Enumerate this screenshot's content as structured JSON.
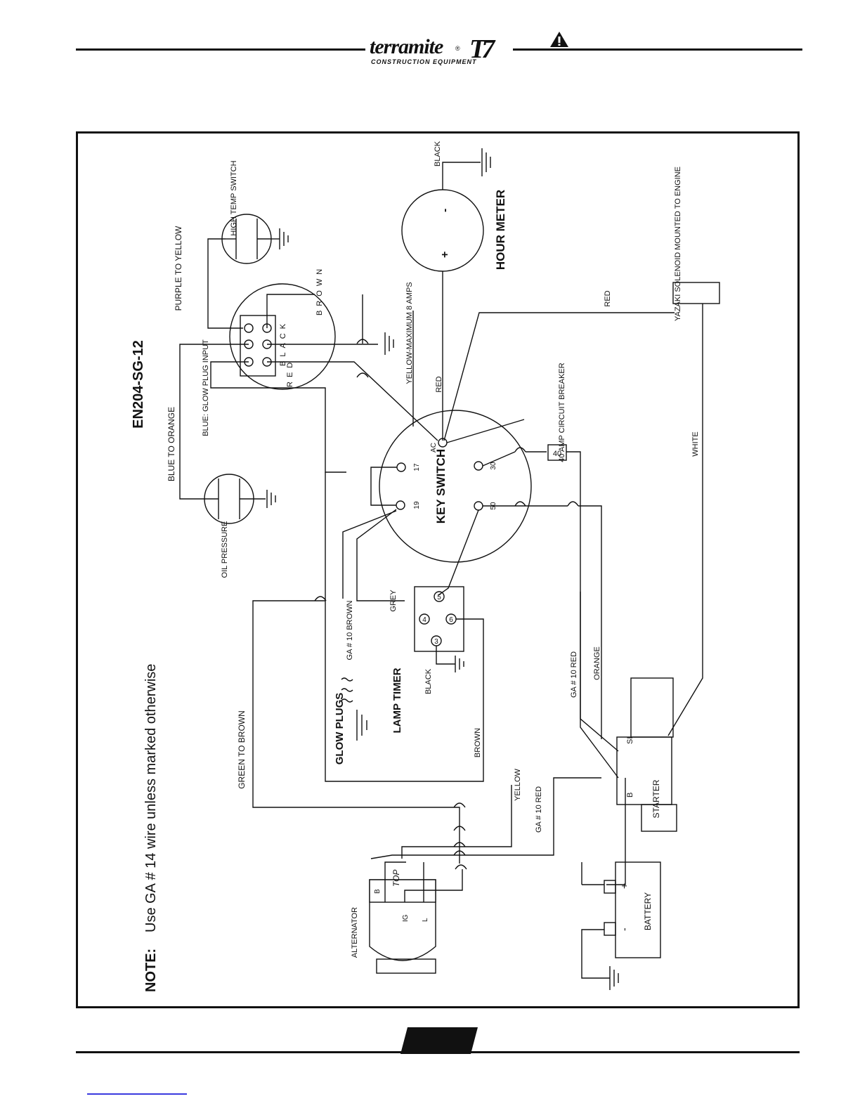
{
  "header": {
    "brand": "terramite",
    "brand_mark": "T7",
    "registered": "®",
    "subtitle": "CONSTRUCTION EQUIPMENT"
  },
  "diagram": {
    "title": "EN204-SG-12",
    "note_label": "NOTE:",
    "note_text": "Use GA # 14 wire unless marked otherwise",
    "components": {
      "high_temp_switch": "HIGH TEMP SWITCH",
      "hour_meter": "HOUR METER",
      "hour_meter_minus": "-",
      "hour_meter_plus": "+",
      "key_switch": "KEY SWITCH",
      "key_terminals": [
        "AC",
        "30",
        "17",
        "19",
        "50"
      ],
      "circuit_breaker": "40 AMP CIRCUIT BREAKER",
      "circuit_breaker_value": "40",
      "yazaki": "YAZAKI SOLENOID MOUNTED TO ENGINE",
      "oil_pressure": "OIL PRESSURE",
      "glow_plugs": "GLOW PLUGS",
      "lamp_timer": "LAMP TIMER",
      "lamp_timer_terminals": [
        "5",
        "4",
        "6",
        "3"
      ],
      "starter": "STARTER",
      "starter_b": "B",
      "starter_si": "SI",
      "battery": "BATTERY",
      "battery_plus": "+",
      "battery_minus": "-",
      "alternator": "ALTERNATOR",
      "alternator_terminals": [
        "B",
        "IG",
        "L"
      ],
      "alternator_top_note": "TOP",
      "connector_black": "BLACK",
      "connector_brown": "BROWN",
      "connector_red": "RED"
    },
    "wires": {
      "purple_to_yellow": "PURPLE TO YELLOW",
      "blue_glow_plug_input": "BLUE: GLOW PLUG INPUT",
      "blue_to_orange": "BLUE TO ORANGE",
      "yellow_max": "YELLOW-MAXIMUM 8 AMPS",
      "red_1": "RED",
      "red_2": "RED",
      "black_hour": "BLACK",
      "white": "WHITE",
      "grey": "GREY",
      "ga10_brown": "GA # 10 BROWN",
      "black_timer": "BLACK",
      "brown": "BROWN",
      "ga10_red_1": "GA # 10 RED",
      "orange": "ORANGE",
      "green_to_brown": "GREEN TO BROWN",
      "yellow": "YELLOW",
      "ga10_red_2": "GA # 10 RED"
    }
  }
}
